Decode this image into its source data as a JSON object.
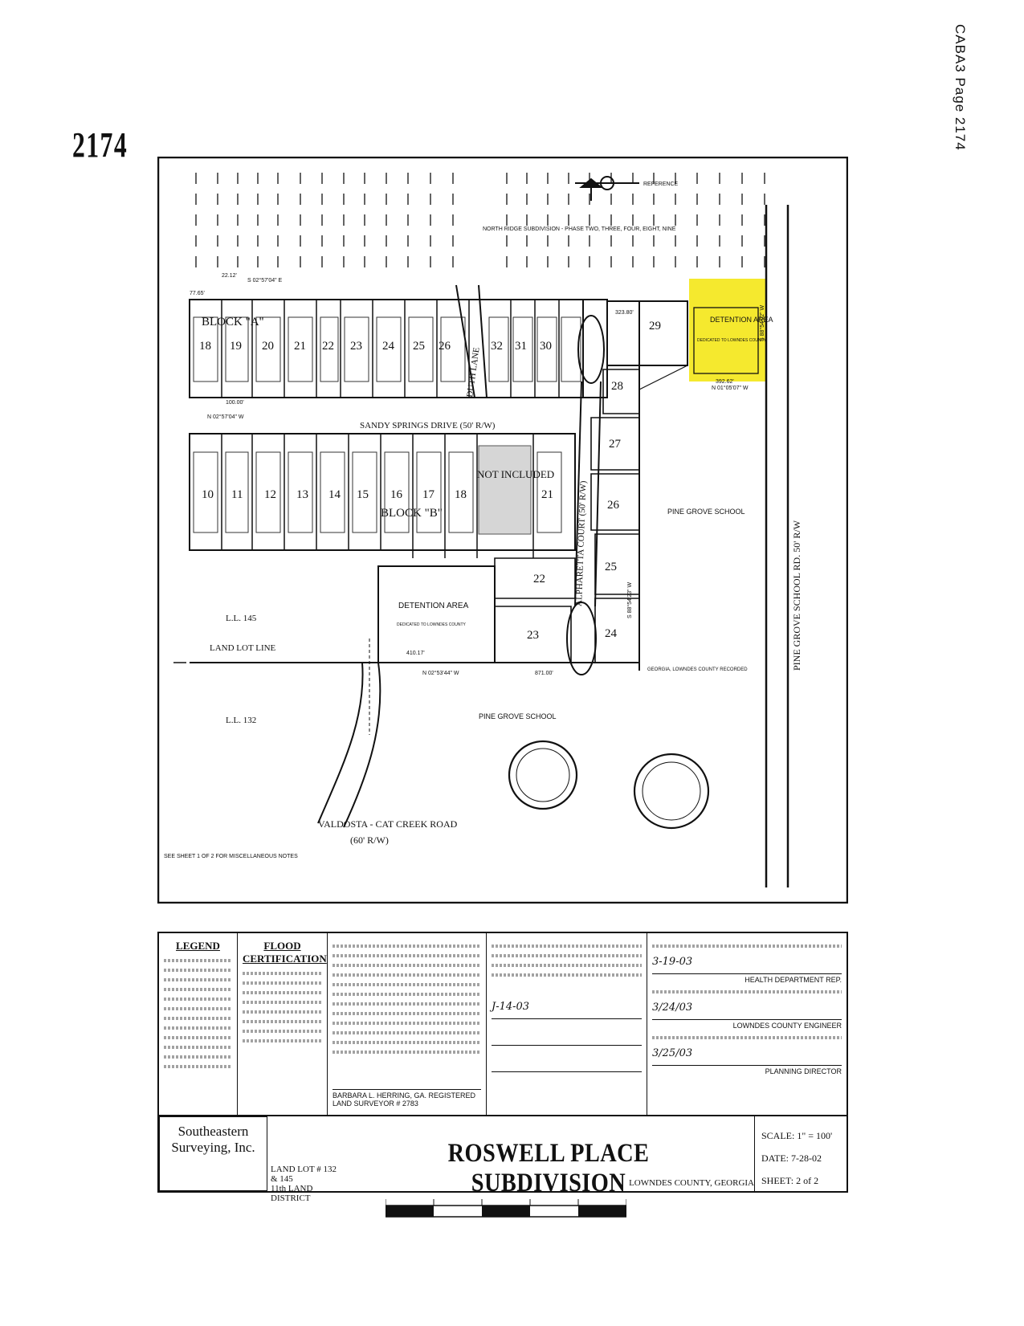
{
  "page": {
    "corner_id": "CABA3 Page 2174",
    "page_number": "2174"
  },
  "map": {
    "subdivision_note": "NORTH RIDGE SUBDIVISION - PHASE TWO, THREE, FOUR, EIGHT, NINE",
    "north_arrow_label": "REFERENCE",
    "streets": [
      "SANDY SPRINGS DRIVE (50' R/W)",
      "PINE GROVE SCHOOL RD. 50' R/W",
      "VALDOSTA - CAT CREEK ROAD",
      "(60' R/W)",
      "ALPHARETTA COURT (50' R/W)",
      "DUTH LANE"
    ],
    "blocks": [
      "BLOCK \"A\"",
      "BLOCK \"B\""
    ],
    "lots_row1": [
      "18",
      "19",
      "20",
      "21",
      "22",
      "23",
      "24",
      "25",
      "26",
      "32",
      "31",
      "30"
    ],
    "lots_row2": [
      "10",
      "11",
      "12",
      "13",
      "14",
      "15",
      "16",
      "17",
      "18",
      "21"
    ],
    "lots_court": [
      "29",
      "28",
      "27",
      "26",
      "25",
      "22",
      "23",
      "24"
    ],
    "detention_area": "DETENTION AREA",
    "detention_note": "DEDICATED TO LOWNDES COUNTY",
    "not_included": "NOT INCLUDED",
    "pine_grove_school": "PINE GROVE SCHOOL",
    "land_lot_145": "L.L. 145",
    "land_lot_132": "L.L. 132",
    "land_lot_line": "LAND LOT LINE",
    "bearings": {
      "b1": "S 02°57'04\" E",
      "b2": "N 02°57'04\" W",
      "b3": "N 02°53'44\" W",
      "b4": "N 01°05'07\" W",
      "b5": "S 88°54'23\" W",
      "b6": "S 88°54'02\" W"
    },
    "distances": {
      "d1": "100.00'",
      "d2": "410.17'",
      "d3": "871.00'",
      "d4": "392.62'",
      "d5": "323.80'",
      "d6": "22.12'",
      "d7": "77.65'"
    },
    "recording_note": "GEORGIA, LOWNDES COUNTY RECORDED",
    "see_sheet_note": "SEE SHEET 1 OF 2 FOR MISCELLANEOUS NOTES"
  },
  "certificates": {
    "legend_title": "LEGEND",
    "flood_title": "FLOOD CERTIFICATION",
    "surveyor_name": "BARBARA L. HERRING, GA. REGISTERED LAND SURVEYOR # 2783",
    "owner_sig": "J-14-03",
    "approvals": {
      "health": "HEALTH DEPARTMENT REP.",
      "engineer": "LOWNDES COUNTY ENGINEER",
      "planning": "PLANNING DIRECTOR",
      "date1": "3-19-03",
      "date2": "3/24/03",
      "date3": "3/25/03"
    }
  },
  "title_block": {
    "firm": "Southeastern Surveying, Inc.",
    "land_lot": "LAND LOT # 132 & 145",
    "land_district": "11th LAND DISTRICT",
    "title": "ROSWELL PLACE SUBDIVISION",
    "county": "LOWNDES COUNTY, GEORGIA",
    "scale": "SCALE: 1\" = 100'",
    "date": "DATE: 7-28-02",
    "sheet": "SHEET: 2 of 2"
  },
  "colors": {
    "highlight": "#f5e92e",
    "ink": "#111111"
  }
}
